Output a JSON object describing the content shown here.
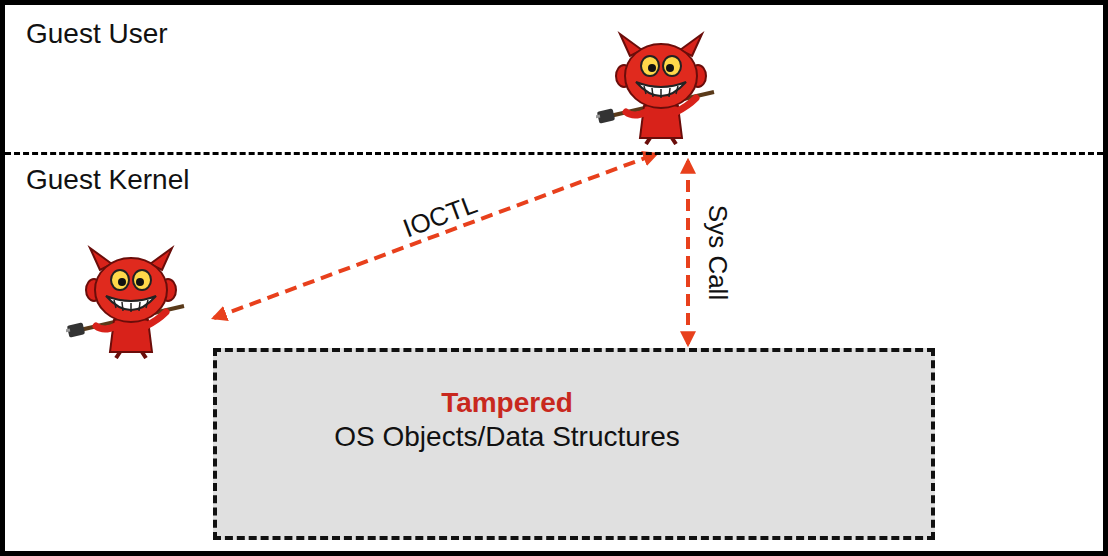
{
  "diagram": {
    "nodes": [
      {
        "text": [
          "Guest User"
        ]
      },
      {
        "text": [
          "Guest Kernel"
        ]
      },
      {
        "text": [
          "Tampered",
          "OS Objects/Data Structures"
        ],
        "in": 1
      }
    ],
    "edges": [
      {
        "from": 0,
        "to": 2,
        "label": "Sys Call",
        "arrow": "both"
      }
    ],
    "labels": [
      "IOCTL"
    ]
  }
}
